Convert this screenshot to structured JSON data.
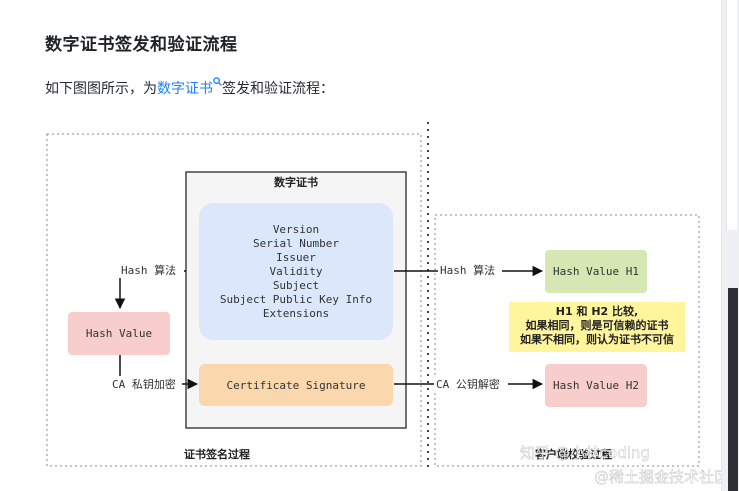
{
  "heading": "数字证书签发和验证流程",
  "intro": {
    "prefix": "如下图图所示，为",
    "link": "数字证书",
    "suffix": "签发和验证流程："
  },
  "diagram": {
    "cert_title": "数字证书",
    "cert_fields": [
      "Version",
      "Serial Number",
      "Issuer",
      "Validity",
      "Subject",
      "Subject Public Key Info",
      "Extensions"
    ],
    "left_hash_label": "Hash 算法",
    "hash_value": "Hash Value",
    "ca_encrypt_label": "CA 私钥加密",
    "certificate_signature": "Certificate Signature",
    "signing_section_label": "证书签名过程",
    "right_hash_label": "Hash 算法",
    "hash_h1": "Hash Value H1",
    "ca_decrypt_label": "CA 公钥解密",
    "hash_h2": "Hash Value H2",
    "compare_lines": [
      "H1 和 H2 比较,",
      "如果相同，则是可信赖的证书",
      "如果不相同，则认为证书不可信"
    ],
    "verify_section_label": "客户端校验过程"
  },
  "watermarks": [
    "知乎 @小林coding",
    "@稀土掘金技术社区"
  ],
  "colors": {
    "blue_box": "#dbe8fc",
    "pink_box": "#f8cecc",
    "orange_box": "#fad7ac",
    "green_box": "#d5e8b4",
    "yellow_box": "#fff59d",
    "link": "#1e80ff"
  }
}
